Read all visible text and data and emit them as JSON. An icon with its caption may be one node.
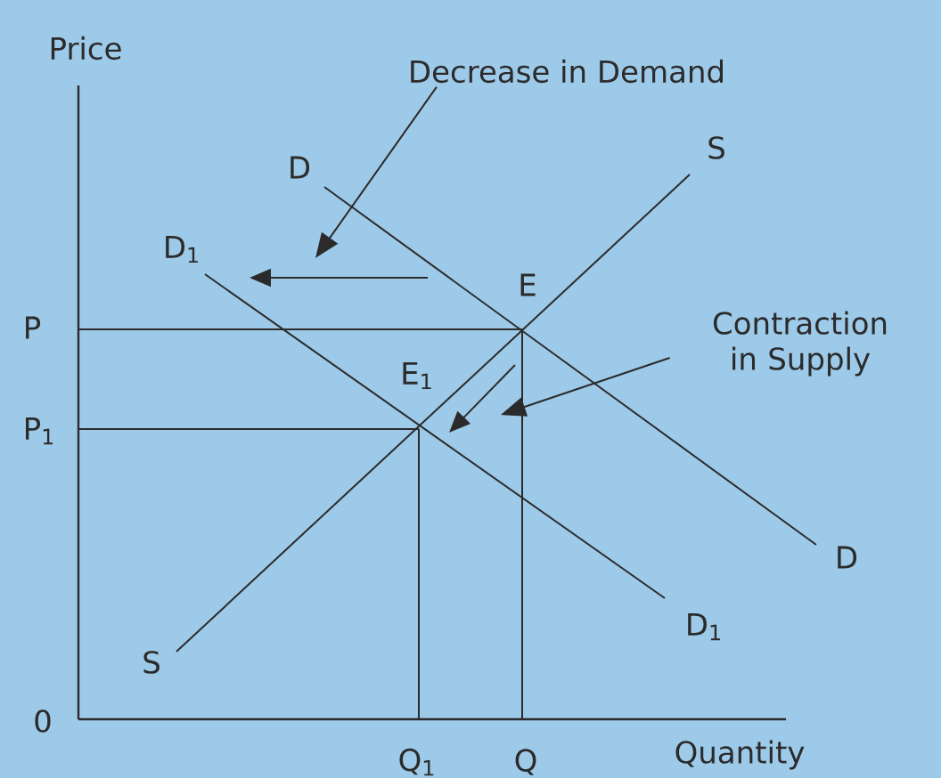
{
  "diagram": {
    "nodes": [
      {
        "text": [
          "Decrease in Demand"
        ]
      },
      {
        "text": [
          "Contraction in Supply"
        ]
      }
    ],
    "edges": [
      {
        "from": 0,
        "to": null,
        "arrow": "to"
      },
      {
        "from": 1,
        "to": null,
        "arrow": "to"
      }
    ],
    "labels": [
      "Price",
      "D",
      "S",
      "D$_{1}$",
      "E",
      "P",
      "E$_{1}$",
      "P$_{1}$",
      "D",
      "D$_{1}$",
      "S",
      "0",
      "Q$_{1}$",
      "Q",
      "Quantity"
    ]
  }
}
